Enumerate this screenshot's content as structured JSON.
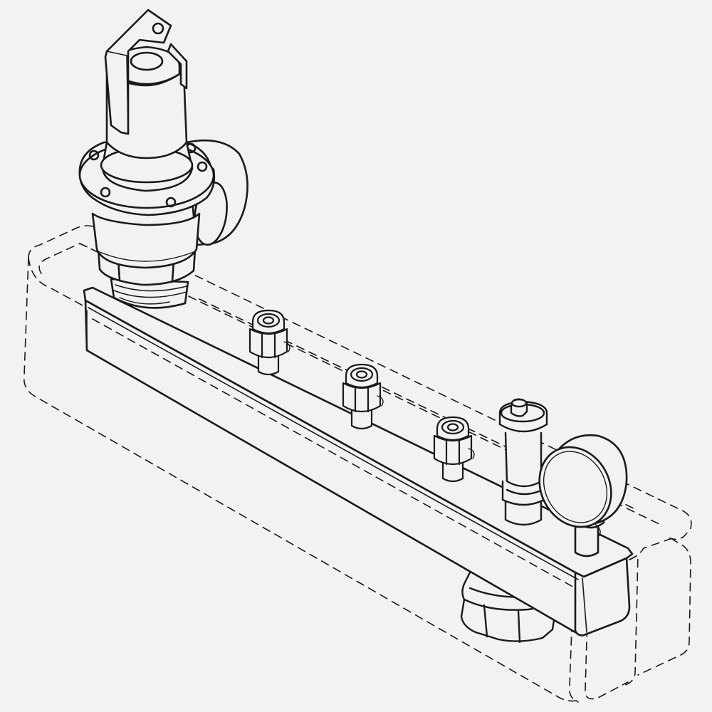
{
  "drawing": {
    "background_color": "#f2f2f2",
    "line_color": "#1a1a1a",
    "fill_color": "#f2f2f2",
    "components": [
      {
        "id": "safety-valve",
        "icon": "safety-valve-icon"
      },
      {
        "id": "manifold-bar",
        "icon": "manifold-bar-icon"
      },
      {
        "id": "connection-fitting",
        "count": 3,
        "icon": "hex-fitting-icon"
      },
      {
        "id": "air-vent",
        "icon": "air-vent-icon"
      },
      {
        "id": "pressure-gauge",
        "icon": "pressure-gauge-icon"
      },
      {
        "id": "union-nut",
        "icon": "union-nut-icon"
      },
      {
        "id": "insulation-shell",
        "style": "dashed",
        "icon": "insulation-outline-icon"
      }
    ]
  }
}
